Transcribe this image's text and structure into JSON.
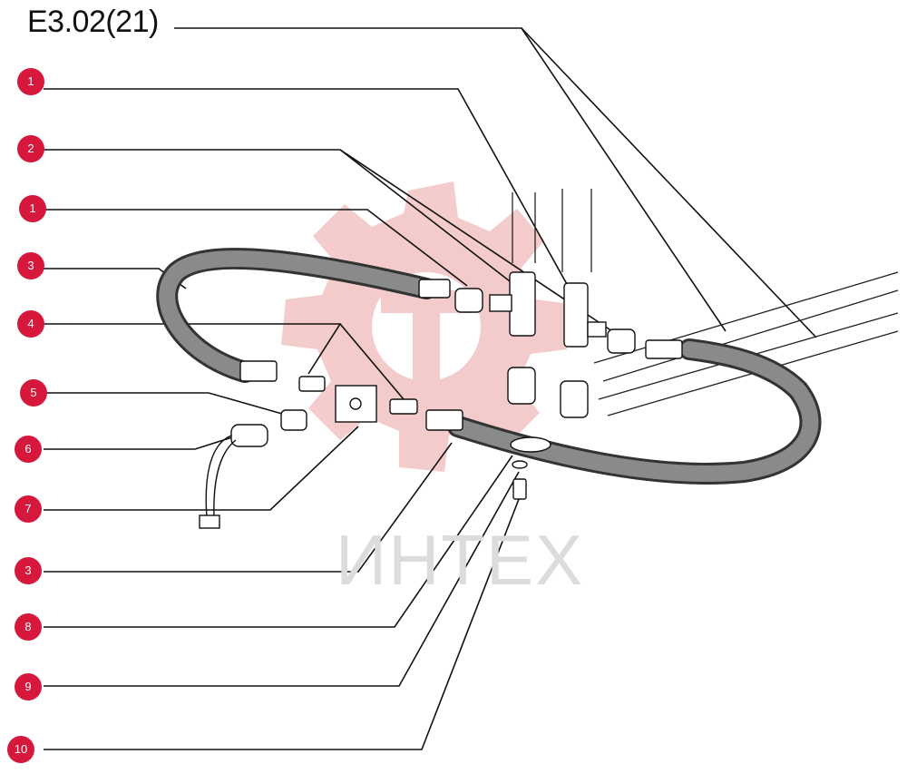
{
  "diagram": {
    "title": "E3.02(21)",
    "callouts": [
      {
        "id": "c1",
        "label": "1"
      },
      {
        "id": "c2",
        "label": "2"
      },
      {
        "id": "c3",
        "label": "1"
      },
      {
        "id": "c4",
        "label": "3"
      },
      {
        "id": "c5",
        "label": "4"
      },
      {
        "id": "c6",
        "label": "5"
      },
      {
        "id": "c7",
        "label": "6"
      },
      {
        "id": "c8",
        "label": "7"
      },
      {
        "id": "c9",
        "label": "3"
      },
      {
        "id": "c10",
        "label": "8"
      },
      {
        "id": "c11",
        "label": "9"
      },
      {
        "id": "c12",
        "label": "10"
      }
    ],
    "watermark": "ИНТЕХ",
    "colors": {
      "callout": "#d6183c",
      "watermark": "#f3c6c6",
      "line": "#111111"
    }
  }
}
